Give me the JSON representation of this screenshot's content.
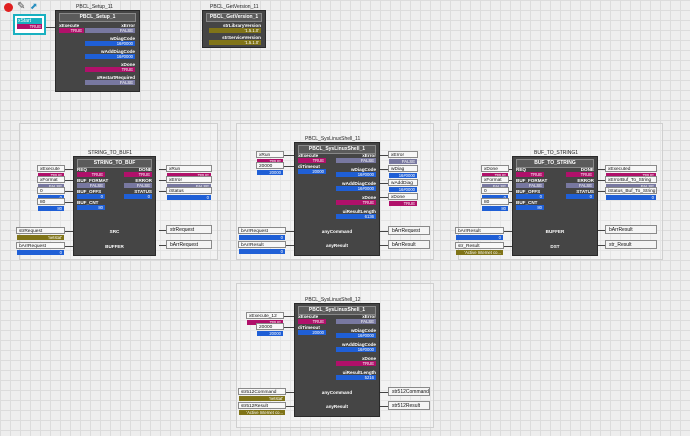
{
  "toolbar": {
    "record_icon": "red-circle",
    "pencil_icon": "pencil",
    "cursor_icon": "cursor",
    "accent": "#18b0c0"
  },
  "xstart": {
    "label": "xStart",
    "value": "TRUE"
  },
  "setup": {
    "instance": "PBCL_Setup_11",
    "type": "PBCL_Setup_1",
    "in": "xExecute",
    "in_value": "TRUE",
    "outs": [
      {
        "label": "xError",
        "value": "FALSE",
        "kind": "false"
      },
      {
        "label": "wDiagCode",
        "value": "16#0000",
        "kind": "num"
      },
      {
        "label": "wAddDiagCode",
        "value": "16#0000",
        "kind": "num"
      },
      {
        "label": "xDone",
        "value": "TRUE",
        "kind": "true"
      },
      {
        "label": "xRestartRequired",
        "value": "FALSE",
        "kind": "false"
      }
    ]
  },
  "getversion": {
    "instance": "PBCL_GetVersion_11",
    "type": "PBCL_GetVersion_1",
    "outs": [
      {
        "label": "strLibraryVersion",
        "value": "'1.5.1.0'"
      },
      {
        "label": "strServiceVersion",
        "value": "'1.5.1.0'"
      }
    ]
  },
  "stb": {
    "instance": "STRING_TO_BUF1",
    "type": "STRING_TO_BUF",
    "inputs": [
      {
        "var": "xExecute",
        "value": "TRUE",
        "kind": "true",
        "pin": "REQ"
      },
      {
        "var": "xFormat",
        "value": "FALSE",
        "kind": "false",
        "pin": "BUF_FORMAT"
      },
      {
        "var": "0",
        "value": "0",
        "kind": "num",
        "pin": "BUF_OFFS"
      },
      {
        "var": "80",
        "value": "80",
        "kind": "num",
        "pin": "BUF_CNT"
      }
    ],
    "outs": [
      {
        "pin": "DONE",
        "value": "TRUE",
        "kind": "true",
        "var": "xRun"
      },
      {
        "pin": "ERROR",
        "value": "FALSE",
        "kind": "false",
        "var": "xError"
      },
      {
        "pin": "STATUS",
        "value": "0",
        "kind": "num",
        "var": "iStatus"
      }
    ],
    "src_var": "strRequest",
    "src_value": "'netstat'",
    "src_pin": "SRC",
    "src_out": "strRequest",
    "buf_var": "bArrRequest",
    "buf_pin": "BUFFER",
    "buf_out": "bArrRequest"
  },
  "sls11": {
    "instance": "PBCL_SysLinuxShell_11",
    "type": "PBCL_SysLinuxShell_1",
    "inputs": [
      {
        "var": "xRun",
        "value": "TRUE",
        "kind": "true",
        "pin": "xExecute"
      },
      {
        "var": "20000",
        "value": "20000",
        "kind": "num",
        "pin": "diTimeout",
        "pinval": "20000"
      }
    ],
    "outs": [
      {
        "pin": "xError",
        "value": "FALSE",
        "kind": "false",
        "var": "xError"
      },
      {
        "pin": "wDiagCode",
        "value": "16#0000",
        "kind": "num",
        "var": "wDiag"
      },
      {
        "pin": "wAddDiagCode",
        "value": "16#0000",
        "kind": "num",
        "var": "wAddDiag"
      },
      {
        "pin": "xDone",
        "value": "TRUE",
        "kind": "true",
        "var": "xDone"
      },
      {
        "pin": "uiResultLength",
        "value": "6136",
        "kind": "num"
      }
    ],
    "cmd_var": "bArrRequest",
    "cmd_pin": "anyCommand",
    "cmd_out": "bArrRequest",
    "res_var": "bArrResult",
    "res_pin": "anyResult",
    "res_out": "bArrResult"
  },
  "bts": {
    "instance": "BUF_TO_STRING1",
    "type": "BUF_TO_STRING",
    "inputs": [
      {
        "var": "xDone",
        "value": "TRUE",
        "kind": "true",
        "pin": "REQ"
      },
      {
        "var": "xFormat",
        "value": "FALSE",
        "kind": "false",
        "pin": "BUF_FORMAT"
      },
      {
        "var": "0",
        "value": "0",
        "kind": "num",
        "pin": "BUF_OFFS"
      },
      {
        "var": "80",
        "value": "80",
        "kind": "num",
        "pin": "BUF_CNT"
      }
    ],
    "outs": [
      {
        "pin": "DONE",
        "value": "TRUE",
        "kind": "true",
        "var": "xExecuted"
      },
      {
        "pin": "ERROR",
        "value": "FALSE",
        "kind": "false",
        "var": "xErrorBuf_To_String"
      },
      {
        "pin": "STATUS",
        "value": "0",
        "kind": "num",
        "var": "iStatus_Buf_To_String"
      }
    ],
    "buf_var": "bArrResult",
    "buf_pin": "BUFFER",
    "buf_out": "bArrResult",
    "dst_var": "str_Result",
    "dst_value": "'Active Internet co...",
    "dst_pin": "DST",
    "dst_out": "str_Result"
  },
  "sls12": {
    "instance": "PBCL_SysLinuxShell_12",
    "type": "PBCL_SysLinuxShell_1",
    "inputs": [
      {
        "var": "xExecute_12",
        "value": "TRUE",
        "kind": "true",
        "pin": "xExecute"
      },
      {
        "var": "20000",
        "value": "20000",
        "kind": "num",
        "pin": "diTimeout",
        "pinval": "20000"
      }
    ],
    "outs": [
      {
        "pin": "xError",
        "value": "FALSE",
        "kind": "false"
      },
      {
        "pin": "wDiagCode",
        "value": "16#0000",
        "kind": "num"
      },
      {
        "pin": "wAddDiagCode",
        "value": "16#0000",
        "kind": "num"
      },
      {
        "pin": "xDone",
        "value": "TRUE",
        "kind": "true"
      },
      {
        "pin": "uiResultLength",
        "value": "5216",
        "kind": "num"
      }
    ],
    "cmd_var": "str512Command",
    "cmd_value": "'netstat'",
    "cmd_pin": "anyCommand",
    "cmd_out": "str512Command",
    "res_var": "str512Result",
    "res_value": "'Active Internet co...",
    "res_pin": "anyResult",
    "res_out": "str512Result"
  }
}
